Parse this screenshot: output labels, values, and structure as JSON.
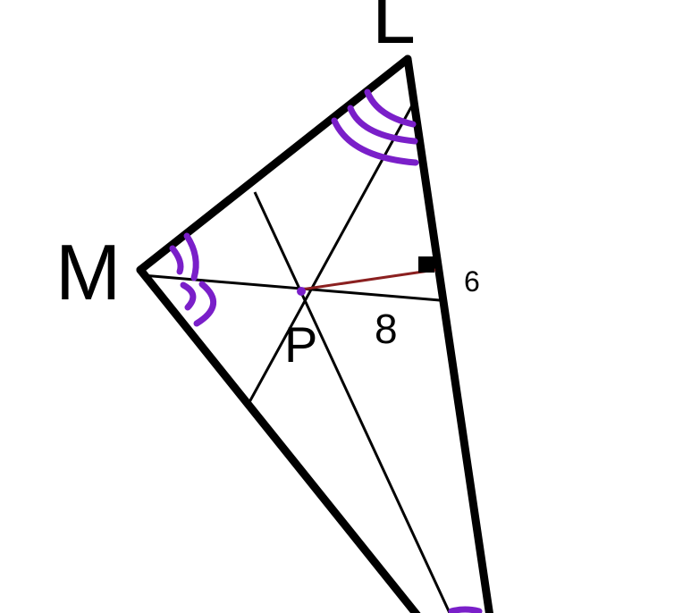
{
  "labels": {
    "vertex_top": "L",
    "vertex_left": "M",
    "incenter": "P",
    "segment_value": "8",
    "side_value": "6"
  },
  "colors": {
    "outline": "#000000",
    "angle_marks": "#7a1fc9",
    "perpendicular_segment": "#8b2020",
    "background": "#ffffff"
  }
}
